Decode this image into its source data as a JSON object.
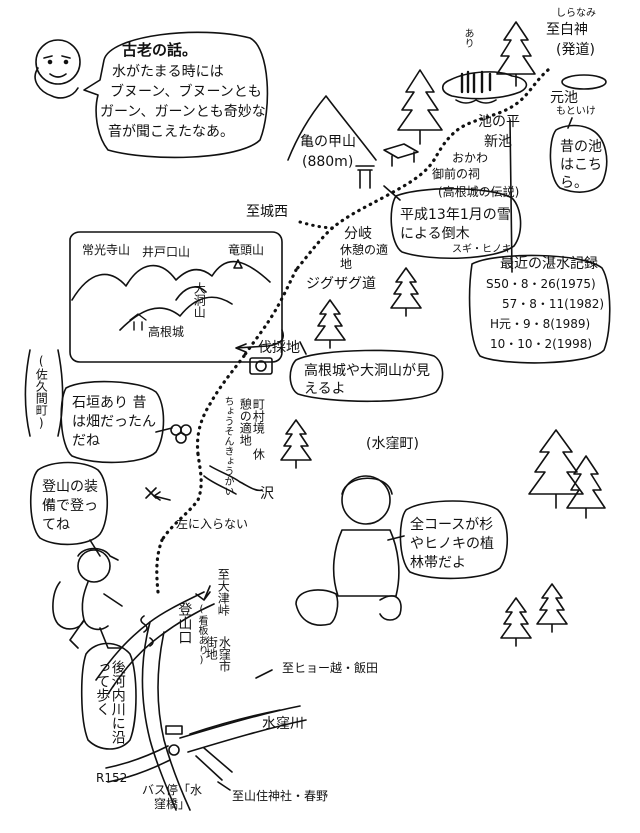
{
  "colors": {
    "ink": "#111111",
    "paper": "#ffffff"
  },
  "map": {
    "elder": {
      "title": "古老の話。",
      "lines": [
        "水がたまる時には",
        "ブヌーン、ブヌーンとも",
        "ガーン、ガーンとも奇妙な",
        "音が聞こえたなあ。"
      ]
    },
    "top_ari": "あり",
    "to_shirakami": "至白神",
    "shirakami_ruby": "しらなみ",
    "hatsudo": "(発道)",
    "motoike": "元池",
    "motoike_ruby": "もといけ",
    "old_pond_note": "昔の池はこちら。",
    "ikenotaira": "池の平",
    "shinike": "新池",
    "okawa": "おかわ",
    "gozen_shrine": "御前の祠",
    "takane_legend": "(高根城の伝説)",
    "kamenokoyama": "亀の甲山",
    "kamenokoyama_alt": "(880m)",
    "to_shirosai": "至城西",
    "fallen_trees_note": "平成13年1月の雪による倒木",
    "sugi_hinoki_small": "スギ・ヒノキ",
    "bunki": "分岐",
    "rest_area": "休憩の適地",
    "zigzag": "ジグザグ道",
    "water_record": {
      "title": "最近の湛水記録",
      "entries": [
        "S50・8・26(1975)",
        "57・8・11(1982)",
        "H元・9・8(1989)",
        "10・10・2(1998)"
      ]
    },
    "mountains": {
      "joukouji": "常光寺山",
      "idoguchi": "井戸口山",
      "ryuutou": "竜頭山",
      "oohora": "大洞山",
      "takane": "高根城"
    },
    "bassai": "伐採地",
    "view_note": "高根城や大洞山が見えるよ",
    "saku_machi": "(佐久間町)",
    "stone_wall_note": "石垣あり 昔は畑だったんだね",
    "boundary_ruby": "ちょうそんきょうかい",
    "boundary_rest": "町村境 休憩の適地",
    "suikubo_town": "(水窪町)",
    "sawa": "沢",
    "no_left": "左に入らない",
    "hiker_note": "登山の装備で登ってね",
    "forest_note": "全コースが杉やヒノキの植林帯だよ",
    "to_otsu": "至大津峠",
    "trailhead": "登山口",
    "signboard": "(看板あり)",
    "suikubo_city": "水窪市街地",
    "to_hyogo": "至ヒョー越・飯田",
    "river_walk": "後河内川に沿って歩く",
    "suikubo_river": "水窪川",
    "r152": "R152",
    "bus_stop": "バス停「水窪橋」",
    "to_yamazumi": "至山住神社・春野"
  }
}
